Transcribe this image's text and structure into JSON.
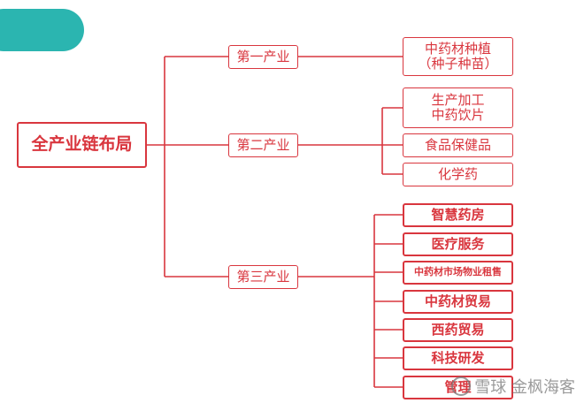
{
  "root": {
    "label": "全产业链布局"
  },
  "branches": [
    {
      "label": "第一产业",
      "children": [
        {
          "lines": [
            "中药材种植",
            "（种子种苗）"
          ],
          "bold": false
        }
      ]
    },
    {
      "label": "第二产业",
      "children": [
        {
          "lines": [
            "生产加工",
            "中药饮片"
          ],
          "bold": false
        },
        {
          "lines": [
            "食品保健品"
          ],
          "bold": false
        },
        {
          "lines": [
            "化学药"
          ],
          "bold": false
        }
      ]
    },
    {
      "label": "第三产业",
      "children": [
        {
          "lines": [
            "智慧药房"
          ],
          "bold": true
        },
        {
          "lines": [
            "医疗服务"
          ],
          "bold": true
        },
        {
          "lines": [
            "中药材市场物业租售"
          ],
          "bold": true,
          "small": true
        },
        {
          "lines": [
            "中药材贸易"
          ],
          "bold": true
        },
        {
          "lines": [
            "西药贸易"
          ],
          "bold": true
        },
        {
          "lines": [
            "科技研发"
          ],
          "bold": true
        },
        {
          "lines": [
            "管理"
          ],
          "bold": true
        }
      ]
    }
  ],
  "watermark": {
    "text": "雪球 金枫海客"
  },
  "colors": {
    "accent": "#d9363e",
    "tab": "#2bb5b0"
  }
}
